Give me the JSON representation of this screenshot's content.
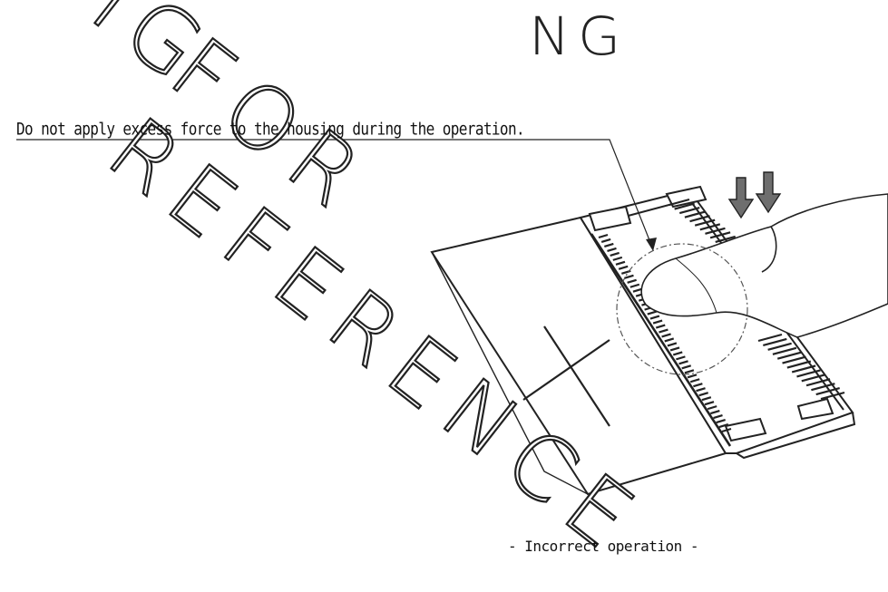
{
  "title": "NG",
  "note": "Do not apply excess force to the housing during the operation.",
  "caption": "- Incorrect operation -",
  "watermark": {
    "fragment": "IG",
    "text": "FOR REFERENCE"
  },
  "icons": [
    "down-arrow-icon",
    "down-arrow-icon"
  ],
  "colors": {
    "line": "#222222",
    "arrow_fill": "#6e6e6e",
    "background": "#ffffff"
  }
}
